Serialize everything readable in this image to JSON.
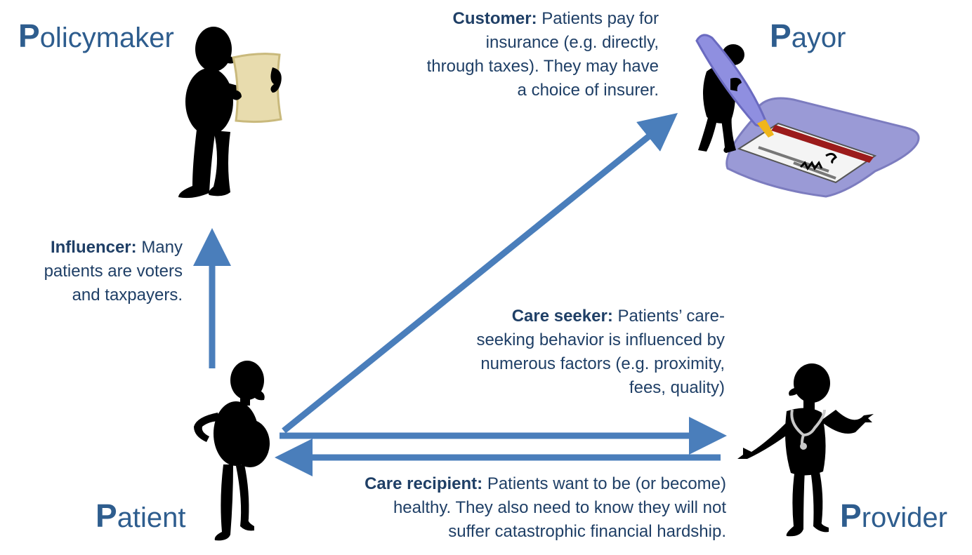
{
  "roles": {
    "policymaker": {
      "initial": "P",
      "rest": "olicymaker"
    },
    "payor": {
      "initial": "P",
      "rest": "ayor"
    },
    "patient": {
      "initial": "P",
      "rest": "atient"
    },
    "provider": {
      "initial": "P",
      "rest": "rovider"
    }
  },
  "relations": {
    "customer": {
      "label": "Customer:",
      "lines": [
        "Patients pay for",
        "insurance (e.g. directly,",
        "through taxes). They may have",
        "a choice of insurer."
      ]
    },
    "influencer": {
      "label": "Influencer:",
      "lines": [
        "Many",
        "patients are voters",
        "and taxpayers."
      ]
    },
    "care_seeker": {
      "label": "Care seeker:",
      "lines": [
        "Patients’ care-",
        "seeking behavior is influenced by",
        "numerous factors (e.g. proximity,",
        "fees, quality)"
      ]
    },
    "care_recipient": {
      "label": "Care recipient:",
      "lines": [
        "Patients want to be (or become)",
        "healthy. They also need to know they will not",
        "suffer catastrophic financial hardship."
      ]
    }
  },
  "colors": {
    "arrow": "#4a7ebb",
    "title": "#2e5d8e",
    "text": "#1f3f66",
    "figure": "#000000",
    "scroll": "#e8dcae",
    "pen": "#8f8fe0",
    "checkbook": "#9a9ad6",
    "checkbook_stripe": "#9b1b1b",
    "stethoscope": "#c8c8c8"
  },
  "icons": [
    "policymaker-figure-icon",
    "payor-figure-icon",
    "patient-figure-icon",
    "provider-figure-icon",
    "scroll-icon",
    "pen-icon",
    "checkbook-icon",
    "stethoscope-icon"
  ]
}
